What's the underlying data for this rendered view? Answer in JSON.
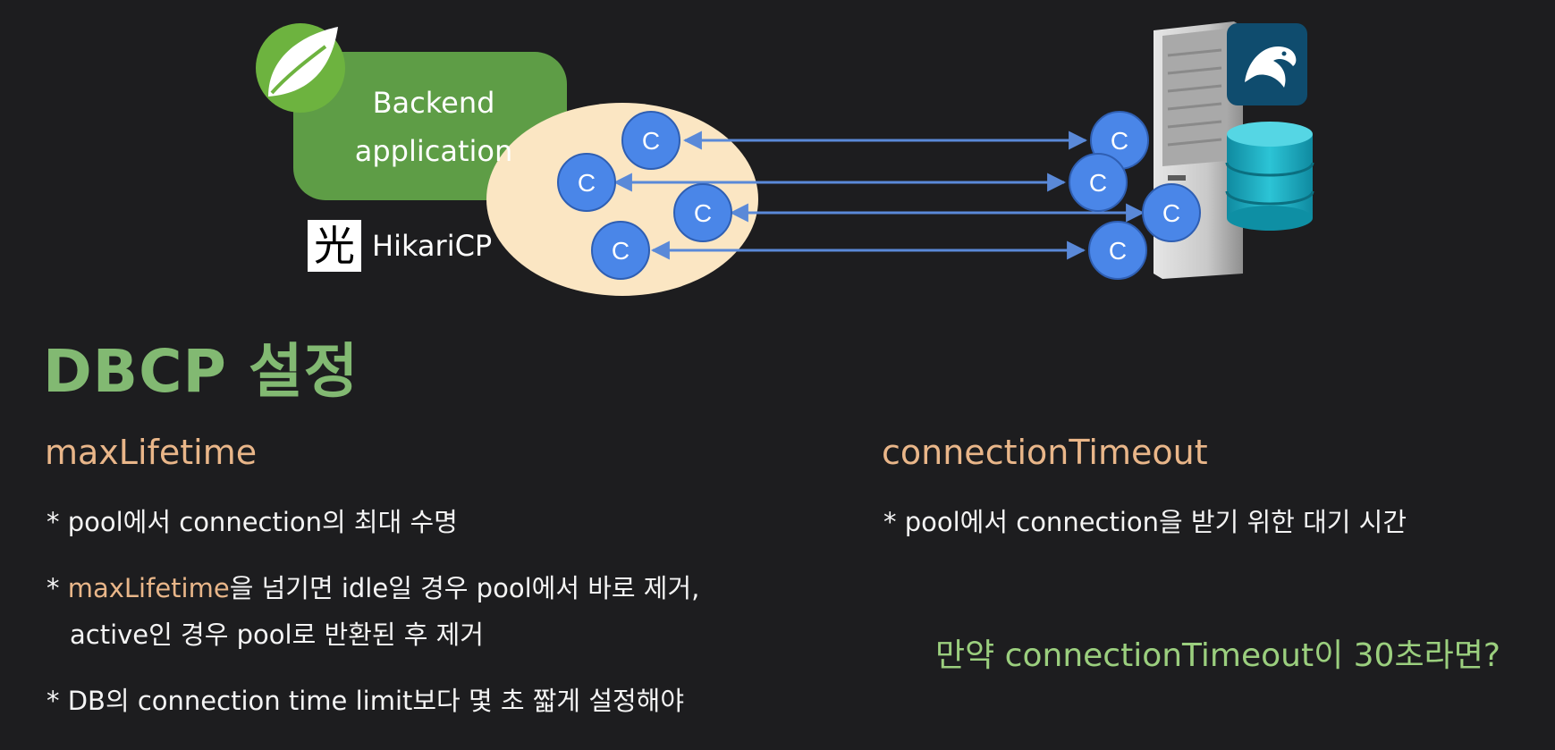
{
  "diagram": {
    "app_label_line1": "Backend",
    "app_label_line2": "application",
    "hikari_label": "HikariCP",
    "hikari_logo_glyph": "光",
    "connection_glyph": "C",
    "colors": {
      "spring_green": "#62a14a",
      "app_box": "#5e9d46",
      "pool_fill": "#fbe6c3",
      "connection": "#4a86e8",
      "arrow": "#5a89d8",
      "server": "#c8c8c8",
      "mysql_tile": "#0f4c6e",
      "db_cylinder": "#17a5b8"
    },
    "icons": [
      "spring-leaf-icon",
      "hikari-logo-icon",
      "server-icon",
      "mysql-dolphin-icon",
      "database-icon"
    ]
  },
  "heading": "DBCP 설정",
  "left": {
    "title": "maxLifetime",
    "bullet1": "* pool에서 connection의 최대 수명",
    "bullet2_prefix": "* ",
    "bullet2_highlight": "maxLifetime",
    "bullet2_rest": "을 넘기면 idle일 경우 pool에서 바로 제거,",
    "bullet2_line2": "active인 경우 pool로 반환된 후 제거",
    "bullet3": "* DB의 connection time limit보다 몇 초 짧게 설정해야"
  },
  "right": {
    "title": "connectionTimeout",
    "bullet1": "* pool에서 connection을 받기 위한 대기 시간",
    "question": "만약 connectionTimeout이 30초라면?"
  }
}
